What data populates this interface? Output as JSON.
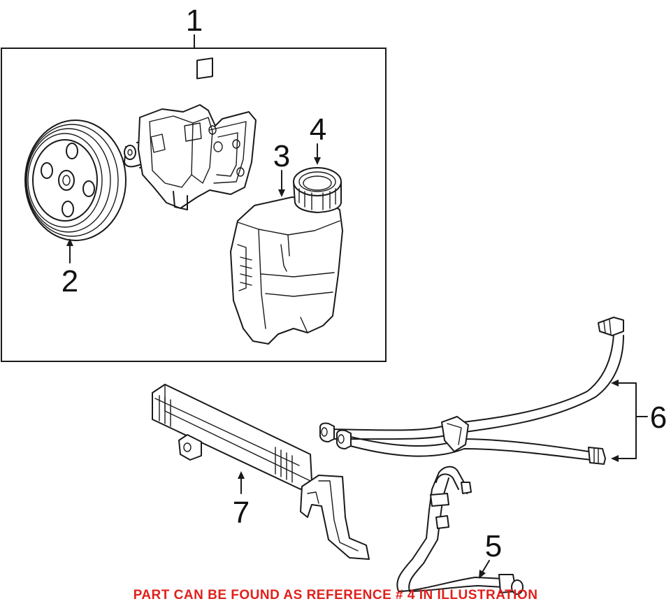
{
  "callouts": [
    {
      "id": "1",
      "label": "1"
    },
    {
      "id": "2",
      "label": "2"
    },
    {
      "id": "3",
      "label": "3"
    },
    {
      "id": "4",
      "label": "4"
    },
    {
      "id": "5",
      "label": "5"
    },
    {
      "id": "6",
      "label": "6"
    },
    {
      "id": "7",
      "label": "7"
    }
  ],
  "footer_note": "PART CAN BE FOUND AS REFERENCE # 4 IN ILLUSTRATION",
  "colors": {
    "line": "#1a1a1a",
    "note": "#e0201c",
    "background": "#ffffff"
  }
}
